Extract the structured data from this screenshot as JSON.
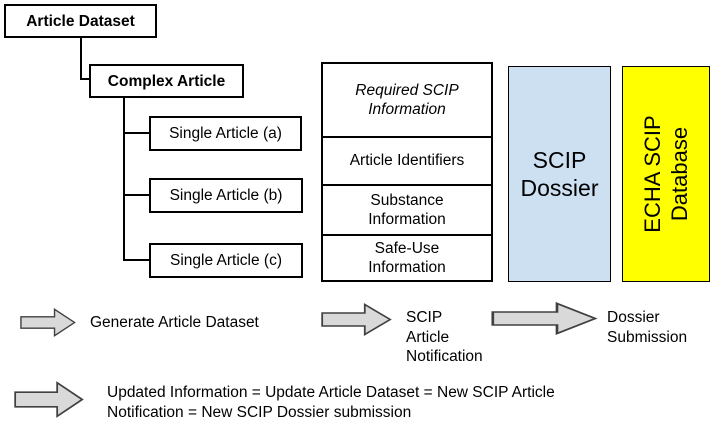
{
  "tree": {
    "root": {
      "label": "Article Dataset"
    },
    "complex": {
      "label": "Complex Article"
    },
    "singles": [
      {
        "label": "Single Article (a)"
      },
      {
        "label": "Single Article (b)"
      },
      {
        "label": "Single Article (c)"
      }
    ]
  },
  "scip_table": {
    "header": "Required SCIP\nInformation",
    "rows": [
      {
        "label": "Article Identifiers"
      },
      {
        "label": "Substance\nInformation"
      },
      {
        "label": "Safe-Use\nInformation"
      }
    ]
  },
  "dossier": {
    "label": "SCIP\nDossier",
    "fill": "#CDE0F2"
  },
  "database": {
    "label": "ECHA SCIP\nDatabase",
    "fill": "#FFFF00"
  },
  "flow": {
    "steps": [
      {
        "label": "Generate Article Dataset"
      },
      {
        "label": "SCIP\nArticle\nNotification"
      },
      {
        "label": "Dossier\nSubmission"
      }
    ],
    "note": "Updated Information = Update Article Dataset = New SCIP Article\nNotification = New SCIP Dossier submission"
  },
  "colors": {
    "arrow_fill": "#D9D9D9",
    "arrow_stroke": "#404040",
    "box_border": "#000000"
  }
}
